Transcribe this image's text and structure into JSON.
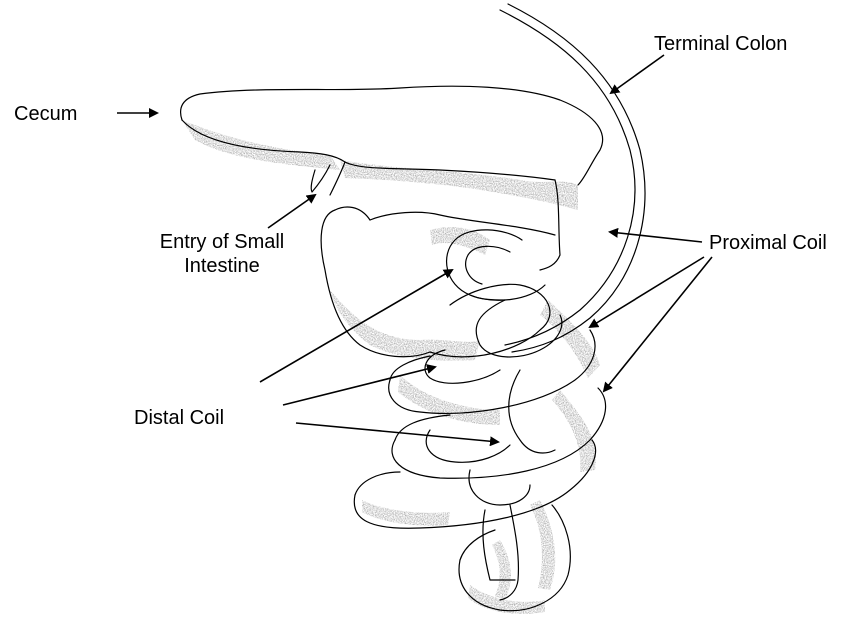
{
  "diagram": {
    "labels": {
      "cecum": "Cecum",
      "terminal_colon": "Terminal Colon",
      "entry_small_intestine_line1": "Entry of Small",
      "entry_small_intestine_line2": "Intestine",
      "proximal_coil": "Proximal Coil",
      "distal_coil": "Distal Coil"
    },
    "colors": {
      "ink": "#000000",
      "shading": "#6b6b6b",
      "background": "#ffffff"
    }
  }
}
